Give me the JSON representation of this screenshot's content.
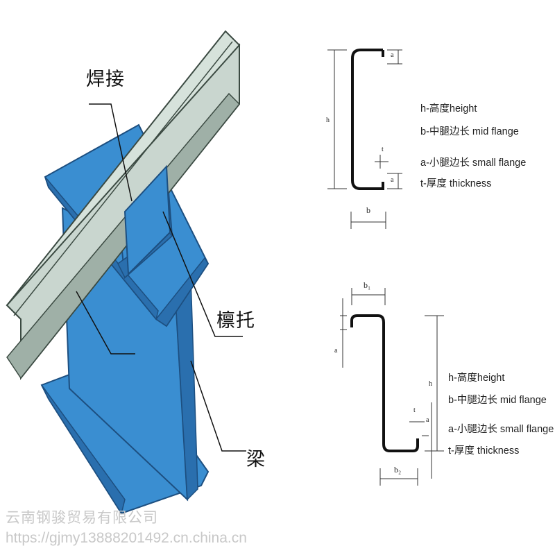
{
  "labels": {
    "weld": "焊接",
    "purlin_support": "檩托",
    "beam": "梁"
  },
  "c_section": {
    "legend": [
      "h-高度height",
      "b-中腿边长 mid flange",
      "a-小腿边长 small flange",
      "t-厚度 thickness"
    ],
    "dims": {
      "h": "h",
      "b": "b",
      "a_top": "a",
      "a_bottom": "a",
      "t": "t"
    }
  },
  "z_section": {
    "legend": [
      "h-高度height",
      "b-中腿边长 mid flange",
      "a-小腿边长 small flange",
      "t-厚度 thickness"
    ],
    "dims": {
      "h": "h",
      "b1": "b₁",
      "b2": "b₂",
      "a_top": "a",
      "a_bottom": "a",
      "t": "t"
    }
  },
  "watermark": {
    "company": "云南钢骏贸易有限公司",
    "url": "https://gjmy13888201492.cn.china.cn"
  },
  "colors": {
    "beam_blue": "#3a8ed1",
    "beam_blue_dark": "#2a6fae",
    "purlin_gray": "#c9d6cf",
    "purlin_dark": "#9fb0a7"
  }
}
